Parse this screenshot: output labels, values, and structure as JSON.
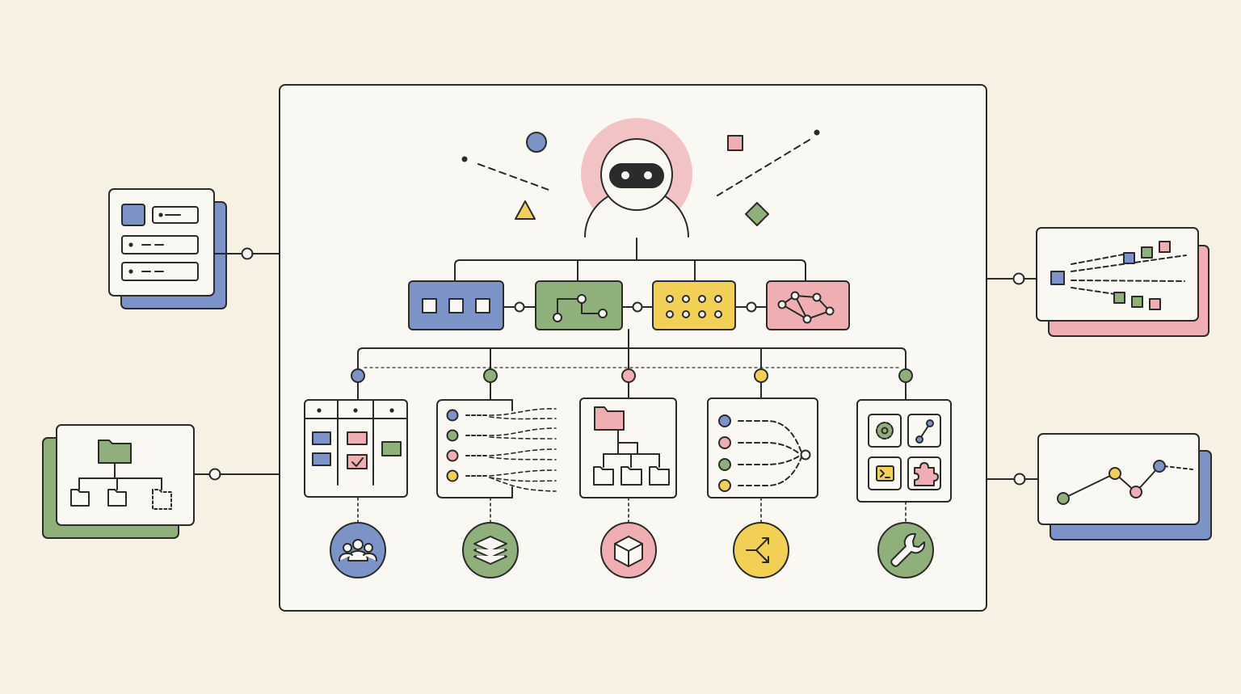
{
  "diagram": {
    "title": "",
    "colors": {
      "background": "#f7f1e3",
      "panel": "#faf8f2",
      "ink": "#2b2b2b",
      "blue": "#7b93c7",
      "green": "#8fb07a",
      "yellow": "#f2cf55",
      "pink": "#eeaeb2",
      "pink_halo": "#f2c3c5"
    },
    "central_agent": {
      "icon": "robot-agent-icon",
      "halo_color": "#f2c3c5"
    },
    "decorations": [
      {
        "icon": "circle-shape-icon",
        "color": "#7b93c7"
      },
      {
        "icon": "square-shape-icon",
        "color": "#eeaeb2"
      },
      {
        "icon": "triangle-shape-icon",
        "color": "#f2cf55"
      },
      {
        "icon": "diamond-shape-icon",
        "color": "#8fb07a"
      }
    ],
    "module_row": [
      {
        "icon": "three-squares-icon",
        "color": "#7b93c7"
      },
      {
        "icon": "branch-path-icon",
        "color": "#8fb07a"
      },
      {
        "icon": "dot-grid-icon",
        "color": "#f2cf55"
      },
      {
        "icon": "node-graph-icon",
        "color": "#eeaeb2"
      }
    ],
    "sub_panels": [
      {
        "icon": "kanban-board-icon",
        "connector_color": "#7b93c7",
        "badge_icon": "team-icon",
        "badge_color": "#7b93c7"
      },
      {
        "icon": "fan-out-list-icon",
        "connector_color": "#8fb07a",
        "badge_icon": "layers-icon",
        "badge_color": "#8fb07a"
      },
      {
        "icon": "folder-tree-icon",
        "connector_color": "#eeaeb2",
        "badge_icon": "cube-icon",
        "badge_color": "#eeaeb2"
      },
      {
        "icon": "merge-flow-icon",
        "connector_color": "#f2cf55",
        "badge_icon": "fork-arrows-icon",
        "badge_color": "#f2cf55"
      },
      {
        "icon": "tools-grid-icon",
        "connector_color": "#8fb07a",
        "badge_icon": "wrench-icon",
        "badge_color": "#8fb07a"
      }
    ],
    "side_cards": [
      {
        "side": "left",
        "icon": "form-list-icon",
        "shadow_color": "#7b93c7"
      },
      {
        "side": "left",
        "icon": "folder-hierarchy-icon",
        "shadow_color": "#8fb07a"
      },
      {
        "side": "right",
        "icon": "dispatch-stream-icon",
        "shadow_color": "#eeaeb2"
      },
      {
        "side": "right",
        "icon": "line-trend-icon",
        "shadow_color": "#7b93c7"
      }
    ]
  }
}
